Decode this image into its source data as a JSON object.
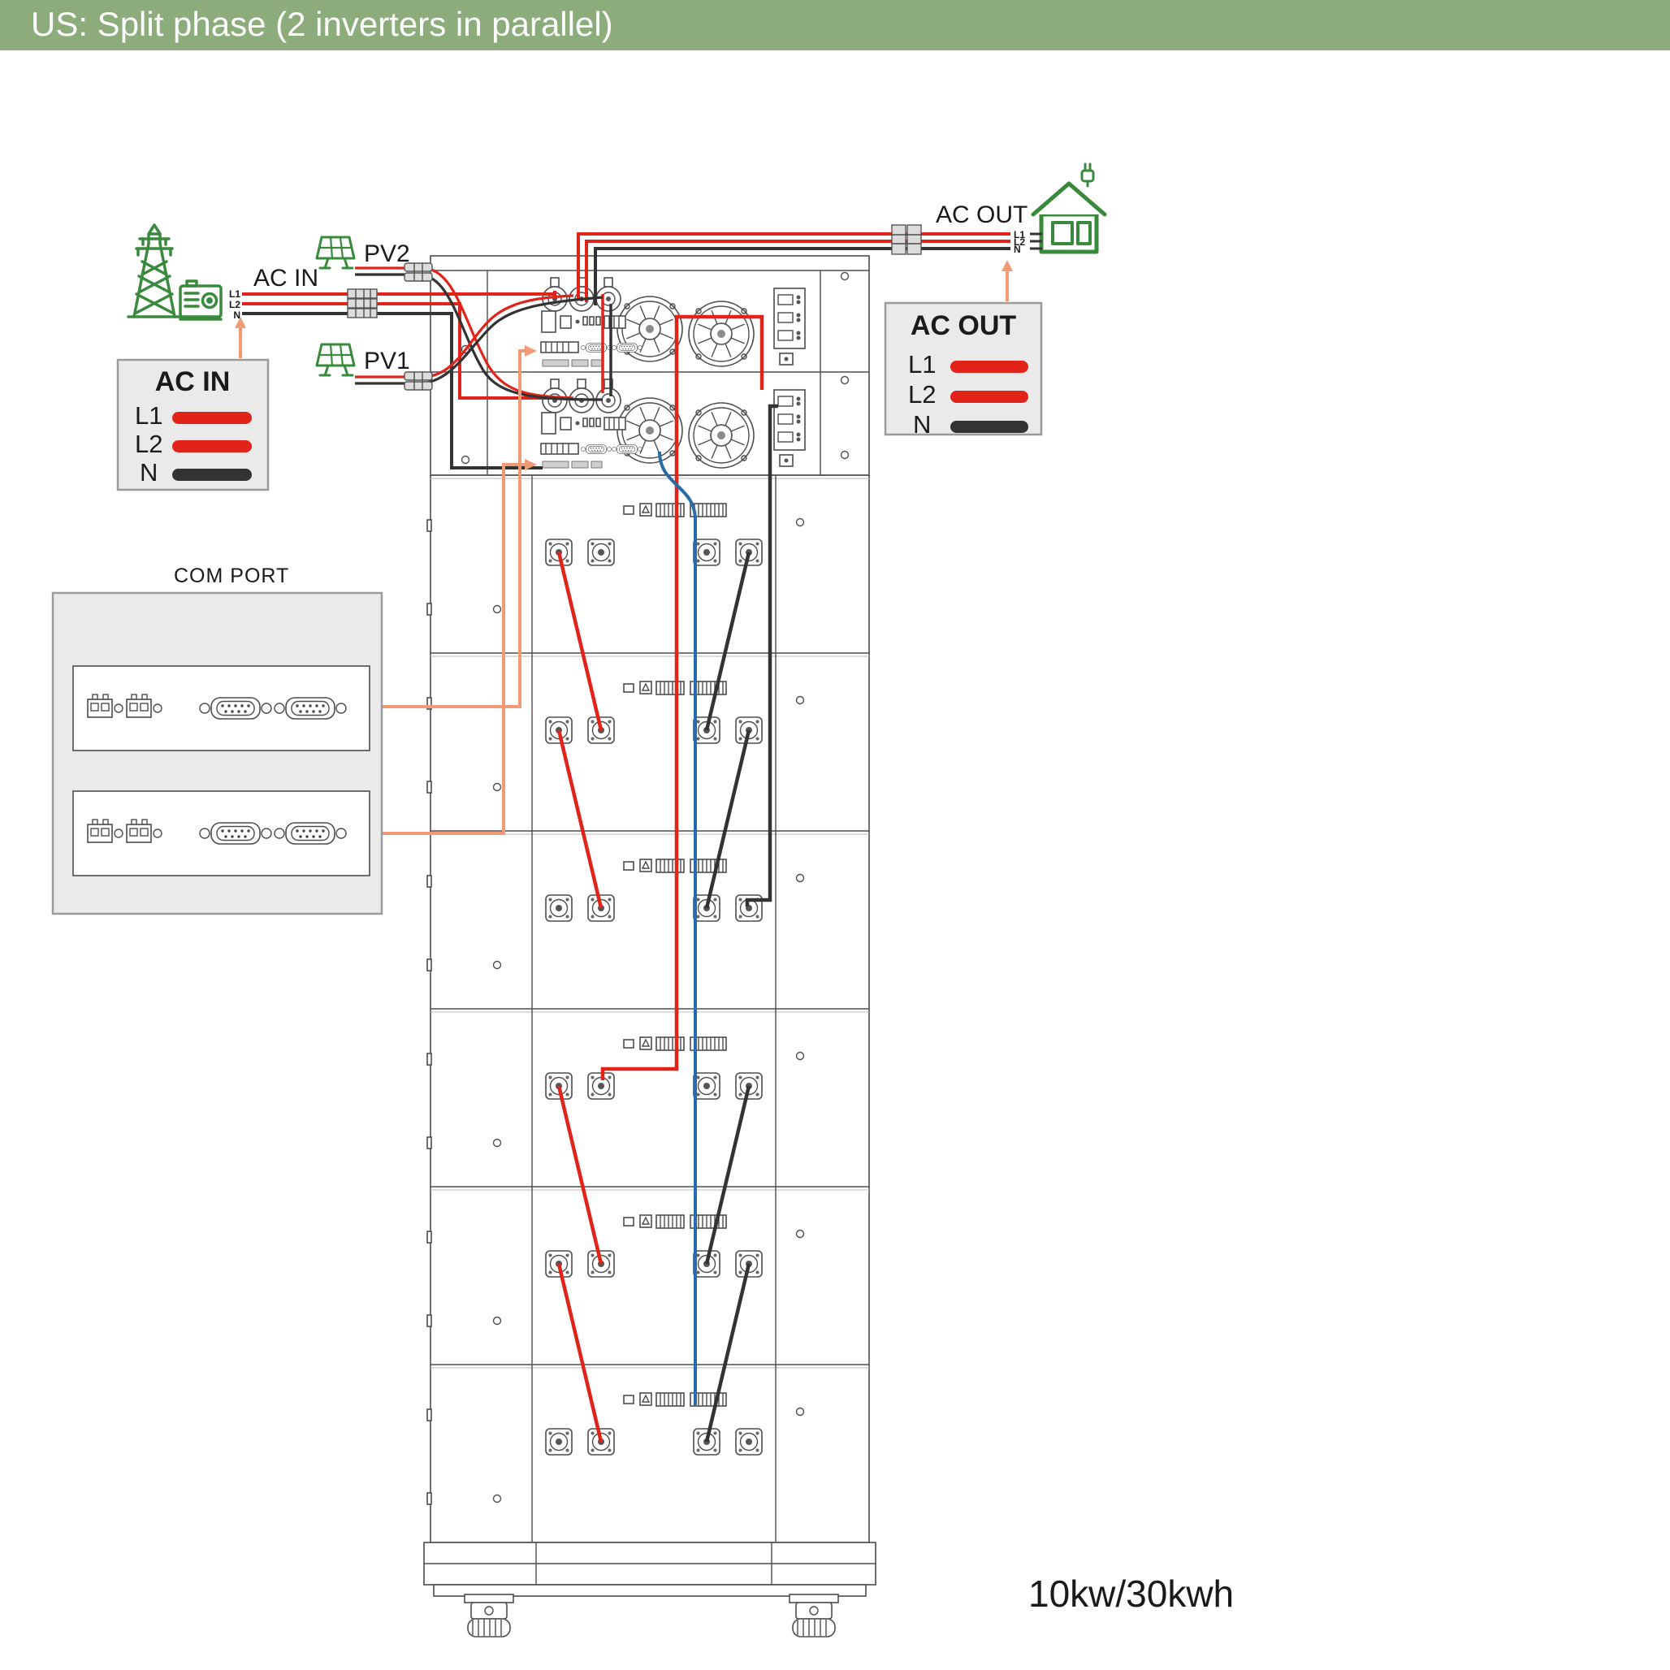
{
  "header": {
    "title": "US: Split phase (2 inverters in parallel)",
    "bg_color": "#8cac7c"
  },
  "diagram": {
    "ac_in_label": "AC IN",
    "ac_out_label": "AC OUT",
    "pv1_label": "PV1",
    "pv2_label": "PV2",
    "com_port_label": "COM PORT",
    "capacity_label": "10kw/30kwh",
    "ac_in_tags": [
      "L1",
      "L2",
      "N"
    ],
    "ac_out_tags": [
      "L1",
      "L2",
      "N"
    ]
  },
  "ac_in_panel": {
    "title": "AC IN",
    "rows": [
      {
        "label": "L1",
        "color": "#e2231a"
      },
      {
        "label": "L2",
        "color": "#e2231a"
      },
      {
        "label": "N",
        "color": "#333333"
      }
    ]
  },
  "ac_out_panel": {
    "title": "AC OUT",
    "rows": [
      {
        "label": "L1",
        "color": "#e2231a"
      },
      {
        "label": "L2",
        "color": "#e2231a"
      },
      {
        "label": "N",
        "color": "#333333"
      }
    ]
  },
  "colors": {
    "icon_green": "#3a8a3e",
    "wire_red": "#e2231a",
    "wire_black": "#333333",
    "wire_blue": "#2a6ba6",
    "wire_orange": "#f09a76",
    "panel_gray": "#eaeaea"
  }
}
